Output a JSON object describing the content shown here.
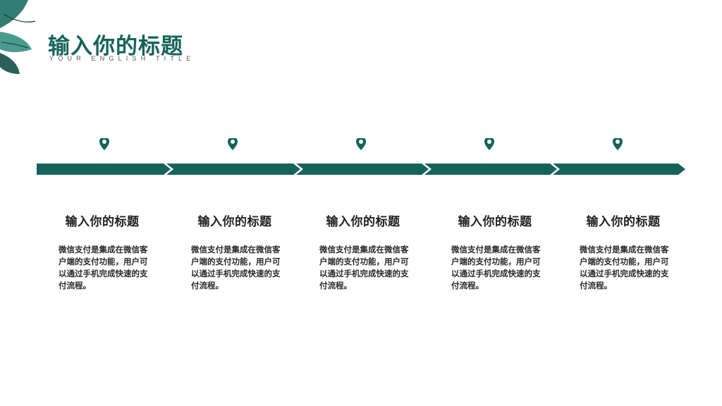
{
  "header": {
    "title": "输入你的标题",
    "subtitle": "YOUR ENGLISH TITLE"
  },
  "colors": {
    "accent": "#16635a",
    "text": "#222222"
  },
  "timeline": {
    "marker_icon": "location-pin-icon",
    "steps": [
      {
        "title": "输入你的标题",
        "body": "微信支付是集成在微信客户端的支付功能，用户可以通过手机完成快速的支付流程。"
      },
      {
        "title": "输入你的标题",
        "body": "微信支付是集成在微信客户端的支付功能，用户可以通过手机完成快速的支付流程。"
      },
      {
        "title": "输入你的标题",
        "body": "微信支付是集成在微信客户端的支付功能，用户可以通过手机完成快速的支付流程。"
      },
      {
        "title": "输入你的标题",
        "body": "微信支付是集成在微信客户端的支付功能，用户可以通过手机完成快速的支付流程。"
      },
      {
        "title": "输入你的标题",
        "body": "微信支付是集成在微信客户端的支付功能，用户可以通过手机完成快速的支付流程。"
      }
    ]
  }
}
